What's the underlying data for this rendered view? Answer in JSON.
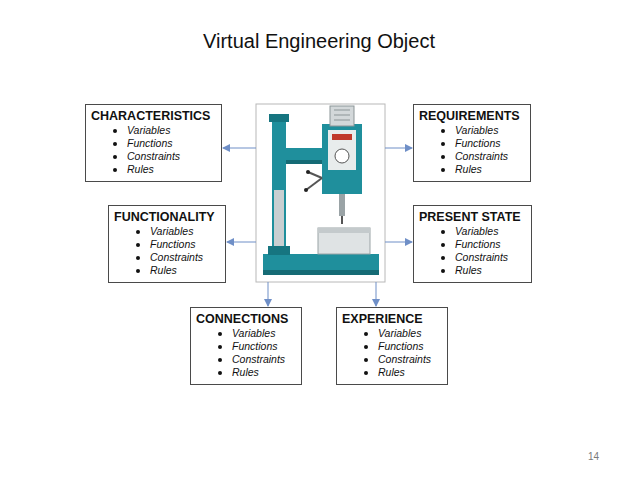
{
  "diagram": {
    "title": "Virtual Engineering Object",
    "nodes": [
      {
        "text": [
          "CHARACTERISTICS",
          "Variables",
          "Functions",
          "Constraints",
          "Rules"
        ]
      },
      {
        "text": [
          "REQUIREMENTS",
          "Variables",
          "Functions",
          "Constraints",
          "Rules"
        ]
      },
      {
        "text": [
          "FUNCTIONALITY",
          "Variables",
          "Functions",
          "Constraints",
          "Rules"
        ]
      },
      {
        "text": [
          "PRESENT STATE",
          "Variables",
          "Functions",
          "Constraints",
          "Rules"
        ]
      },
      {
        "text": [
          "CONNECTIONS",
          "Variables",
          "Functions",
          "Constraints",
          "Rules"
        ]
      },
      {
        "text": [
          "EXPERIENCE",
          "Variables",
          "Functions",
          "Constraints",
          "Rules"
        ]
      }
    ],
    "labels": [
      "14"
    ]
  }
}
